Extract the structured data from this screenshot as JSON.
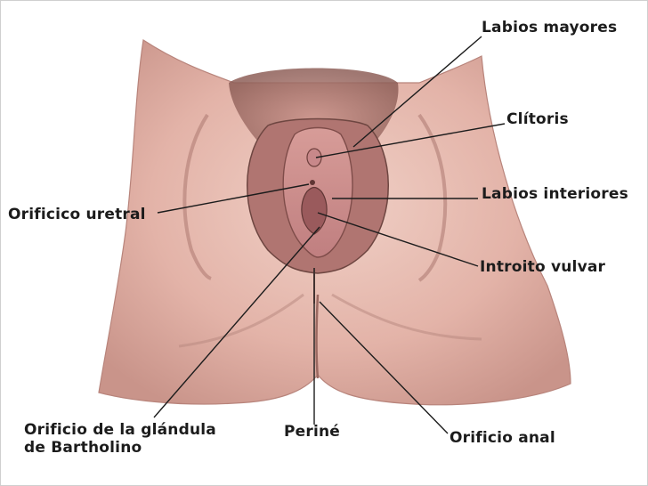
{
  "labels": {
    "labios_mayores": "Labios mayores",
    "clitoris": "Clítoris",
    "labios_interiores": "Labios interiores",
    "orificio_uretral": "Orificico uretral",
    "introito_vulvar": "Introito vulvar",
    "bartholino_line1": "Orificio de la glándula",
    "bartholino_line2": "de Bartholino",
    "perine": "Periné",
    "orificio_anal": "Orificio anal"
  },
  "colors": {
    "skin": "#e3b3a8",
    "skin_light": "#efcdc4",
    "skin_shadow": "#b87f76",
    "hair": "#6a4a44",
    "mucosa": "#c98a8a",
    "leader": "#1c1c1c"
  }
}
